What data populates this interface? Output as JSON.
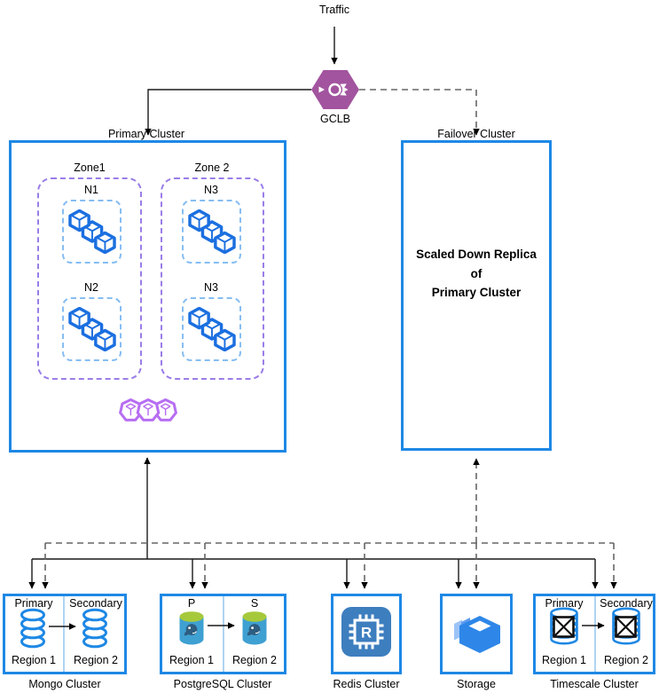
{
  "nodes": {
    "traffic": {
      "label": "Traffic"
    },
    "gclb": {
      "label": "GCLB"
    },
    "primary_cluster": {
      "label": "Primary Cluster",
      "zones": [
        {
          "label": "Zone1",
          "nodes": [
            {
              "label": "N1"
            },
            {
              "label": "N2"
            }
          ]
        },
        {
          "label": "Zone 2",
          "nodes": [
            {
              "label": "N3"
            },
            {
              "label": "N3"
            }
          ]
        }
      ]
    },
    "failover_cluster": {
      "label": "Failover Cluster",
      "body_lines": [
        "Scaled Down Replica",
        "of",
        "Primary Cluster"
      ]
    },
    "mongo": {
      "title": "Mongo Cluster",
      "left_role": "Primary",
      "right_role": "Secondary",
      "left_region": "Region 1",
      "right_region": "Region 2"
    },
    "postgres": {
      "title": "PostgreSQL Cluster",
      "left_role": "P",
      "right_role": "S",
      "left_region": "Region 1",
      "right_region": "Region 2"
    },
    "redis": {
      "title": "Redis Cluster",
      "chip_letter": "R"
    },
    "storage": {
      "title": "Storage"
    },
    "timescale": {
      "title": "Timescale Cluster",
      "left_role": "Primary",
      "right_role": "Secondary",
      "left_region": "Region 1",
      "right_region": "Region 2"
    }
  },
  "colors": {
    "box_border_blue": "#1e88e5",
    "zone_dashed_purple": "#9a7de8",
    "node_dashed_blue": "#86bdf2",
    "divider_light_blue": "#aed4f2",
    "gclb_purple": "#a2549e",
    "pod_purple": "#b76ef2",
    "workload_cube_blue": "#1b6fe0",
    "redis_icon_blue": "#3d7ebf",
    "storage_icon_blue": "#2e87e8",
    "postgres_body_blue": "#3fa0d2",
    "postgres_top_green": "#a6c93c",
    "solid_line": "#1a1a1a",
    "dashed_line": "#666666"
  },
  "icons": {
    "gclb-icon": "purple-hexagon-load-balancer",
    "workload-cubes-icon": "three-blue-3d-cubes",
    "pods-icon": "three-purple-heptagon-pods",
    "mongodb-icon": "stacked-blue-database-rings",
    "postgresql-icon": "cylinder-green-top-elephant",
    "redis-icon": "blue-chip-with-R",
    "storage-icon": "blue-3d-boxes-with-diamond",
    "timescale-icon": "database-cylinder-with-crossed-box"
  }
}
